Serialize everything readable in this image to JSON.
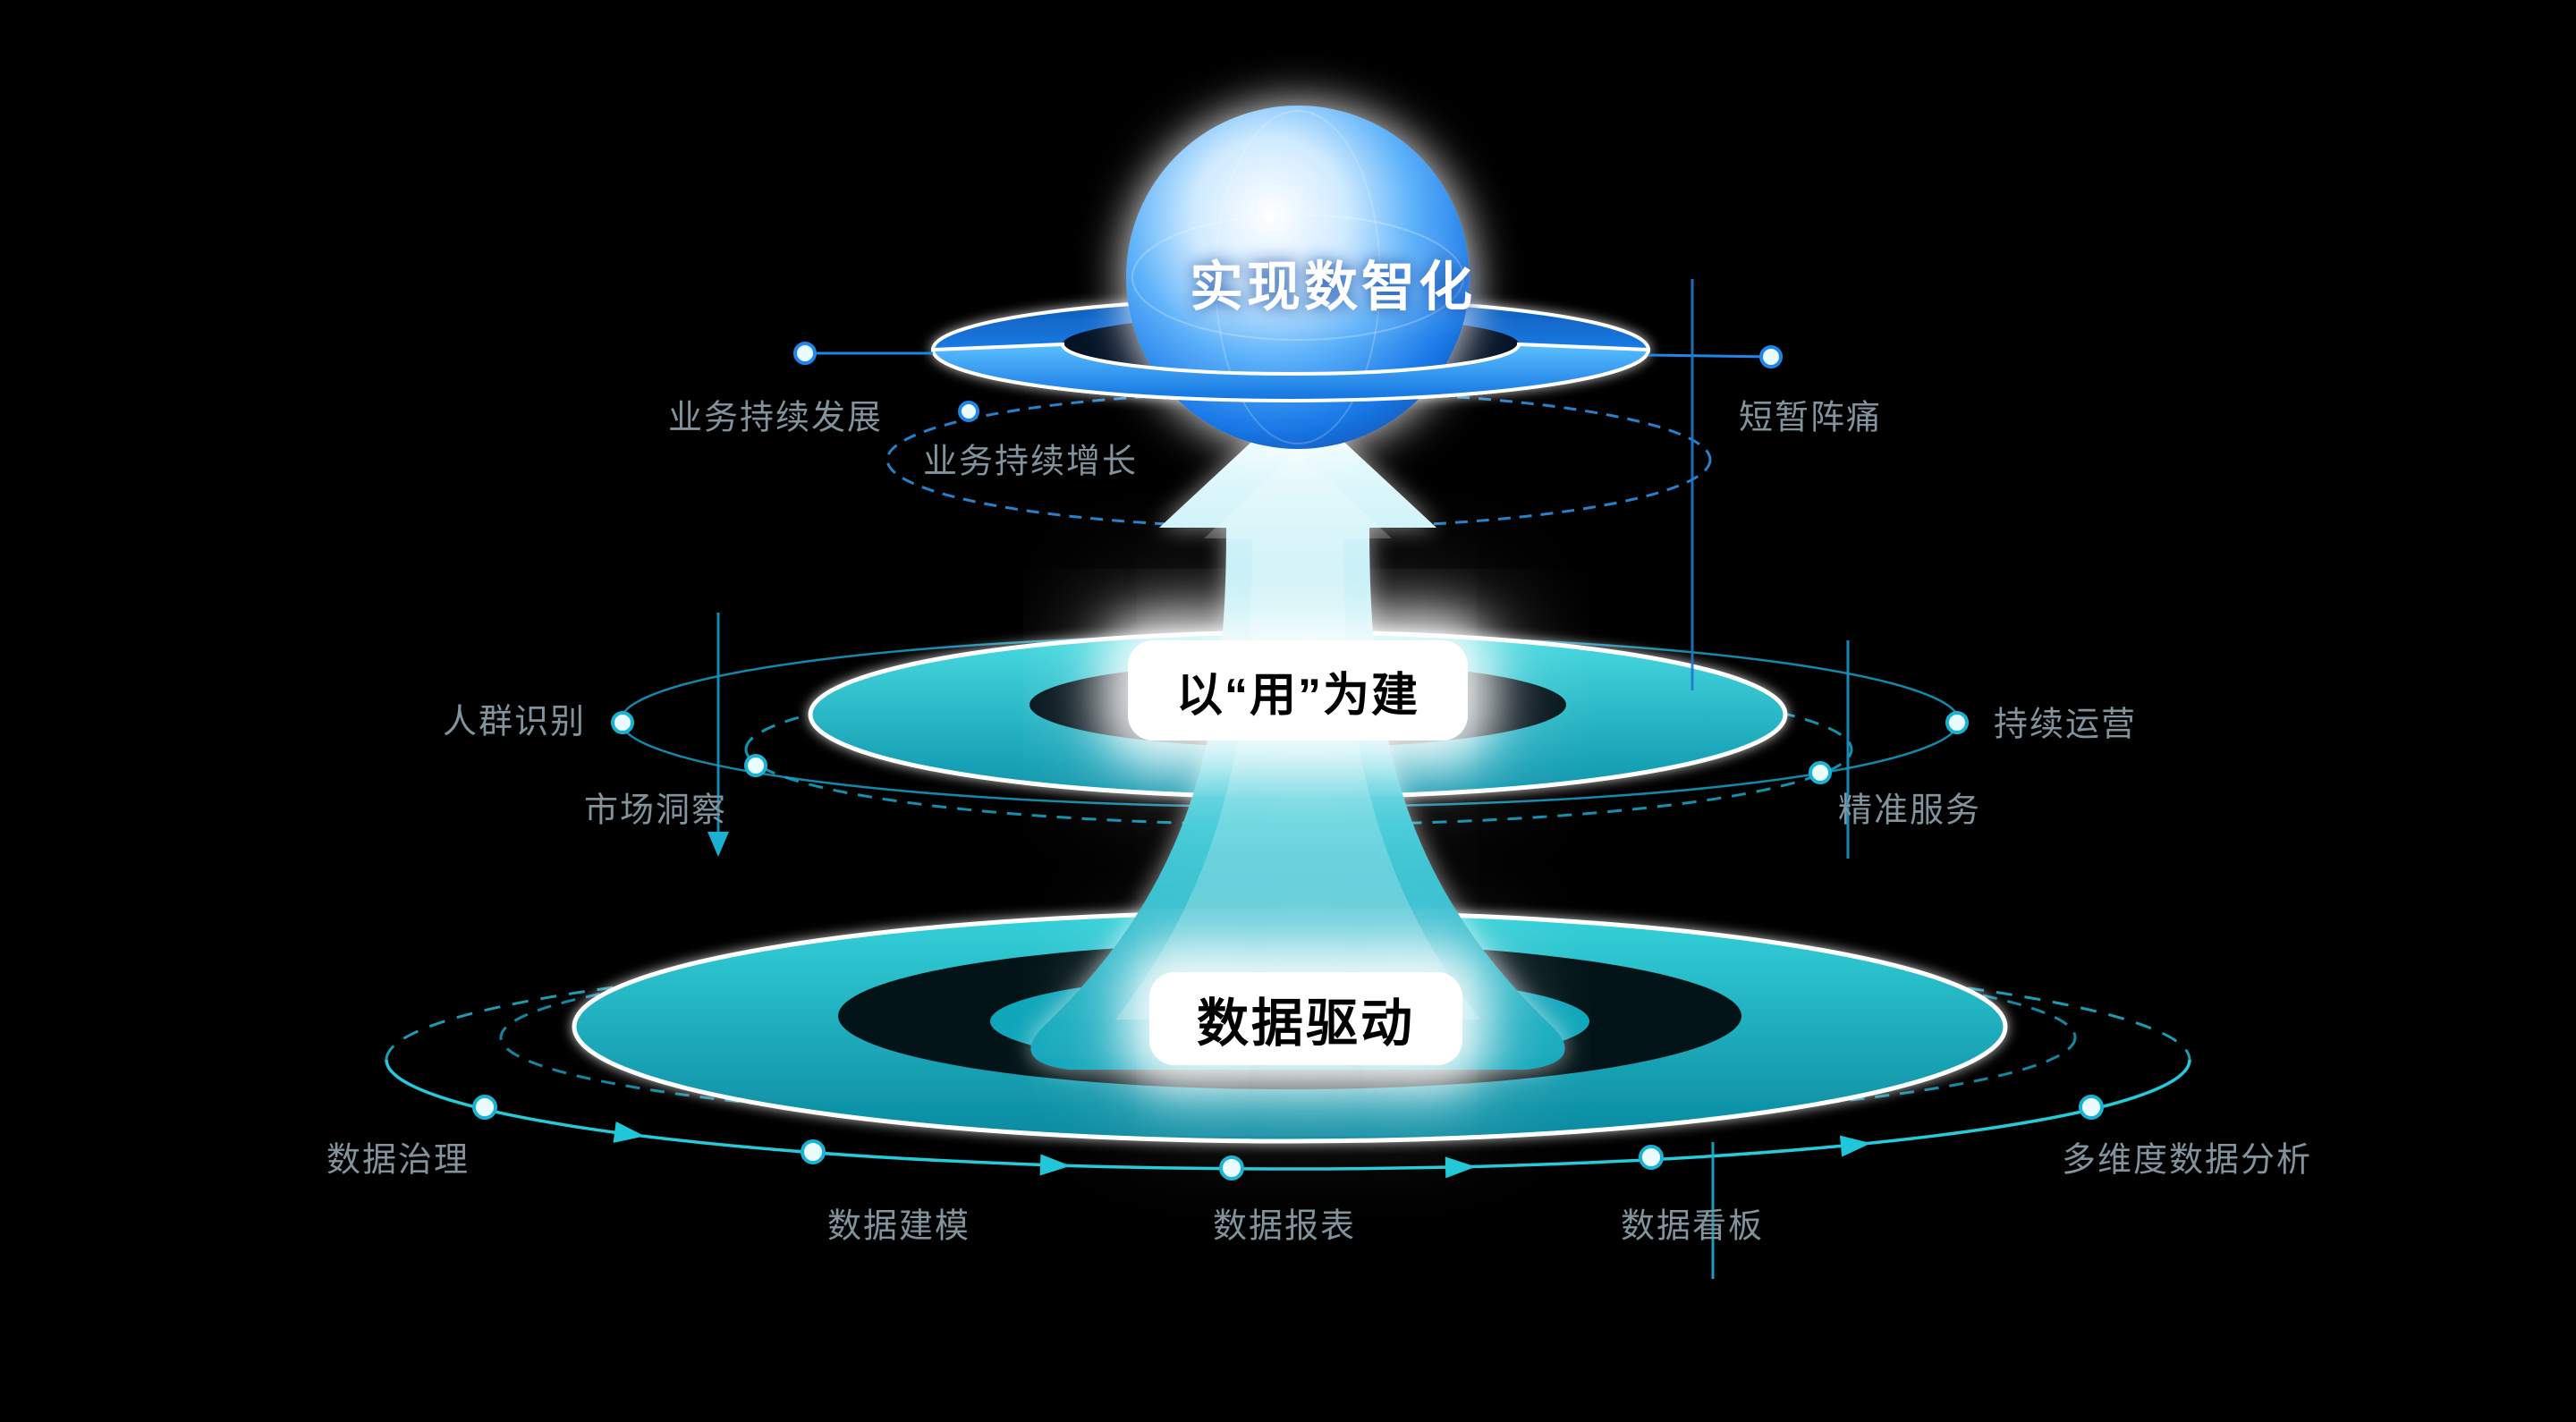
{
  "colors": {
    "background": "#000000",
    "accent_blue": "#1e86e8",
    "accent_teal": "#16b8cc",
    "glow_white": "#ffffff",
    "label_gray": "#81939c"
  },
  "tiers": {
    "top": {
      "title": "实现数智化",
      "labels": {
        "left": "业务持续发展",
        "left_lower": "业务持续增长",
        "right": "短暂阵痛"
      }
    },
    "middle": {
      "title": "以“用”为建",
      "labels": {
        "left": "人群识别",
        "left_lower": "市场洞察",
        "right": "持续运营",
        "right_lower": "精准服务"
      }
    },
    "bottom": {
      "title": "数据驱动",
      "labels": {
        "far_left": "数据治理",
        "mid_left": "数据建模",
        "center": "数据报表",
        "mid_right": "数据看板",
        "far_right": "多维度数据分析"
      }
    }
  }
}
